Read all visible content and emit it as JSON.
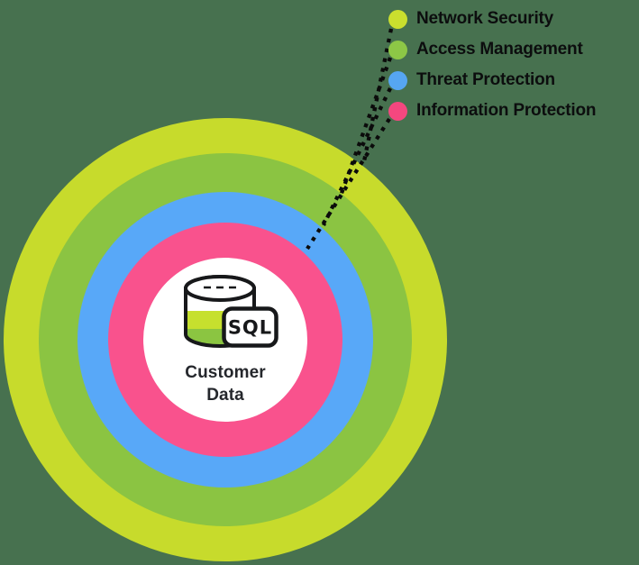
{
  "background_color": "#47714f",
  "legend": {
    "items": [
      {
        "label": "Network Security",
        "color": "#cadf2e"
      },
      {
        "label": "Access Management",
        "color": "#8dc746"
      },
      {
        "label": "Threat Protection",
        "color": "#56a6f2"
      },
      {
        "label": "Information Protection",
        "color": "#f4477f"
      }
    ]
  },
  "diagram": {
    "type": "concentric-rings",
    "rings": [
      {
        "label": "Network Security",
        "color": "#c7db2c",
        "radius": 246
      },
      {
        "label": "Access Management",
        "color": "#8bc442",
        "radius": 207
      },
      {
        "label": "Threat Protection",
        "color": "#58a8f8",
        "radius": 164
      },
      {
        "label": "Information Protection",
        "color": "#f9528d",
        "radius": 130
      },
      {
        "label": "Customer Data",
        "color": "#ffffff",
        "radius": 91
      }
    ],
    "center_label": {
      "line1": "Customer",
      "line2": "Data"
    },
    "icon": {
      "name": "sql-database-icon",
      "badge_text": "SQL",
      "outline_color": "#17181a",
      "band_colors": [
        "#c6e02e",
        "#8bc541"
      ]
    }
  }
}
